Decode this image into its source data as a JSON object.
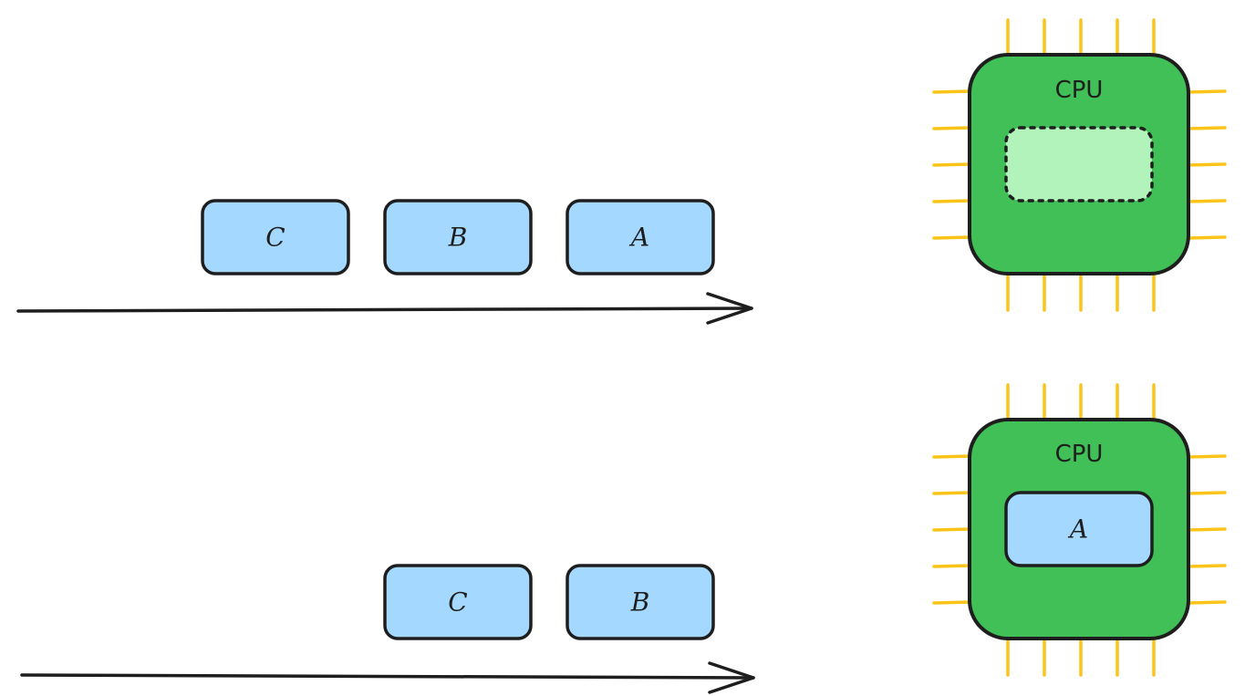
{
  "scenes": [
    {
      "queue": [
        "C",
        "B",
        "A"
      ],
      "cpu": {
        "title": "CPU",
        "running": ""
      }
    },
    {
      "queue": [
        "C",
        "B"
      ],
      "cpu": {
        "title": "CPU",
        "running": "A"
      }
    }
  ],
  "colors": {
    "task_fill": "#a5d8ff",
    "cpu_fill": "#40c057",
    "cpu_empty_slot": "#b2f2bb",
    "pin": "#fcc419",
    "stroke": "#1e1e1e"
  }
}
